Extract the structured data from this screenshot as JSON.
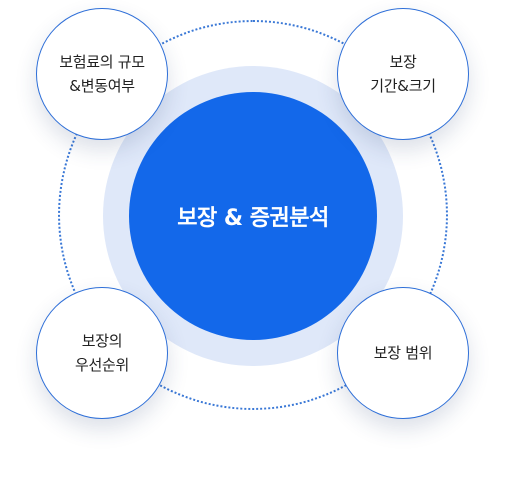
{
  "diagram": {
    "center": {
      "label": "보장 & 증권분석",
      "color": "#1368ea"
    },
    "nodes": [
      {
        "lines": [
          "보험료의 규모",
          "&변동여부"
        ]
      },
      {
        "lines": [
          "보장",
          "기간&크기"
        ]
      },
      {
        "lines": [
          "보장의",
          "우선순위"
        ]
      },
      {
        "lines": [
          "보장 범위"
        ]
      }
    ],
    "colors": {
      "accent": "#1368ea",
      "halo": "#dfe8f9",
      "outline": "#2e6fd8",
      "ring": "#3a78d6"
    }
  }
}
